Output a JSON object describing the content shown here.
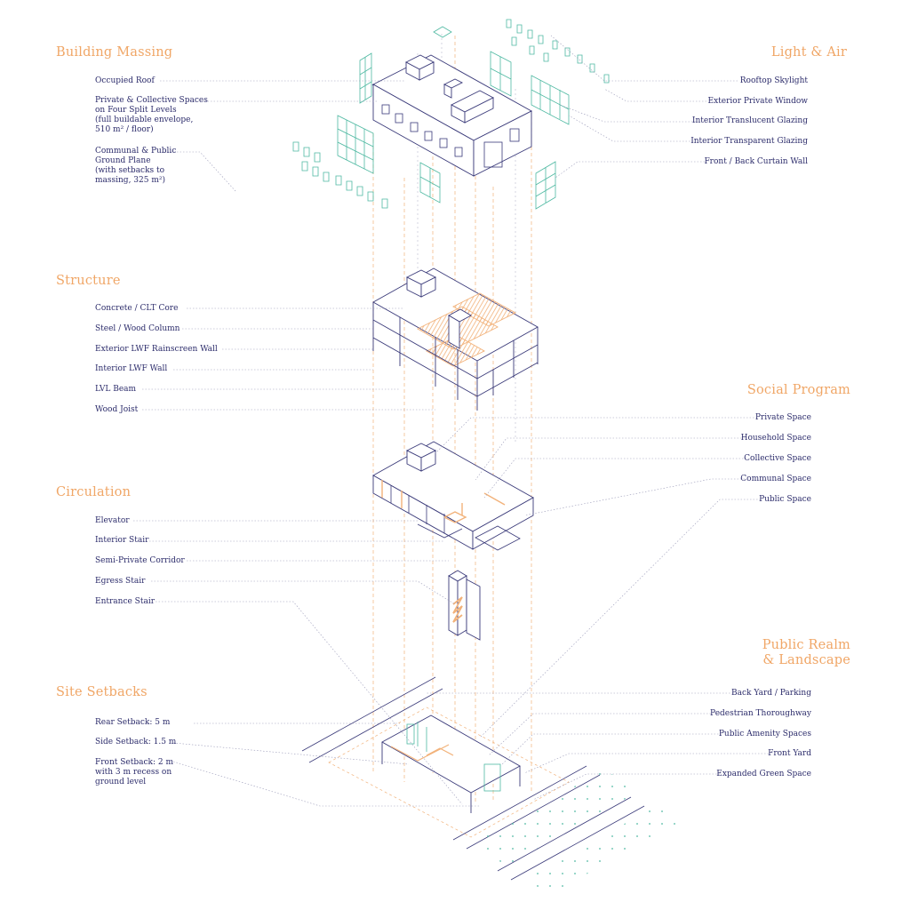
{
  "colors": {
    "heading": "#f0a666",
    "label": "#2c2c6b",
    "line_navy": "#3b3b7a",
    "line_grey": "#9a9ab8",
    "accent_orange": "#f2b27a",
    "glazing_teal": "#4fb9a2"
  },
  "sections": {
    "massing": {
      "title": "Building Massing",
      "labels": [
        "Occupied Roof",
        "Private & Collective Spaces",
        "on Four Split Levels",
        "(full buildable envelope,",
        "510 m² / floor)",
        "Communal & Public",
        "Ground Plane",
        "(with setbacks to",
        "massing, 325 m²)"
      ]
    },
    "light": {
      "title": "Light & Air",
      "labels": [
        "Rooftop Skylight",
        "Exterior Private Window",
        "Interior Translucent Glazing",
        "Interior Transparent Glazing",
        "Front / Back Curtain Wall"
      ]
    },
    "structure": {
      "title": "Structure",
      "labels": [
        "Concrete / CLT Core",
        "Steel / Wood Column",
        "Exterior LWF Rainscreen Wall",
        "Interior LWF Wall",
        "LVL Beam",
        "Wood Joist"
      ]
    },
    "social": {
      "title": "Social Program",
      "labels": [
        "Private Space",
        "Household Space",
        "Collective Space",
        "Communal Space",
        "Public Space"
      ]
    },
    "circulation": {
      "title": "Circulation",
      "labels": [
        "Elevator",
        "Interior Stair",
        "Semi-Private Corridor",
        "Egress Stair",
        "Entrance Stair"
      ]
    },
    "public_realm": {
      "title_line1": "Public Realm",
      "title_line2": "& Landscape",
      "labels": [
        "Back Yard / Parking",
        "Pedestrian Thoroughway",
        "Public Amenity Spaces",
        "Front Yard",
        "Expanded Green Space"
      ]
    },
    "setbacks": {
      "title": "Site Setbacks",
      "labels": [
        "Rear Setback: 5 m",
        "Side Setback: 1.5 m",
        "Front Setback: 2 m",
        "with 3 m recess on",
        "ground level"
      ]
    }
  }
}
